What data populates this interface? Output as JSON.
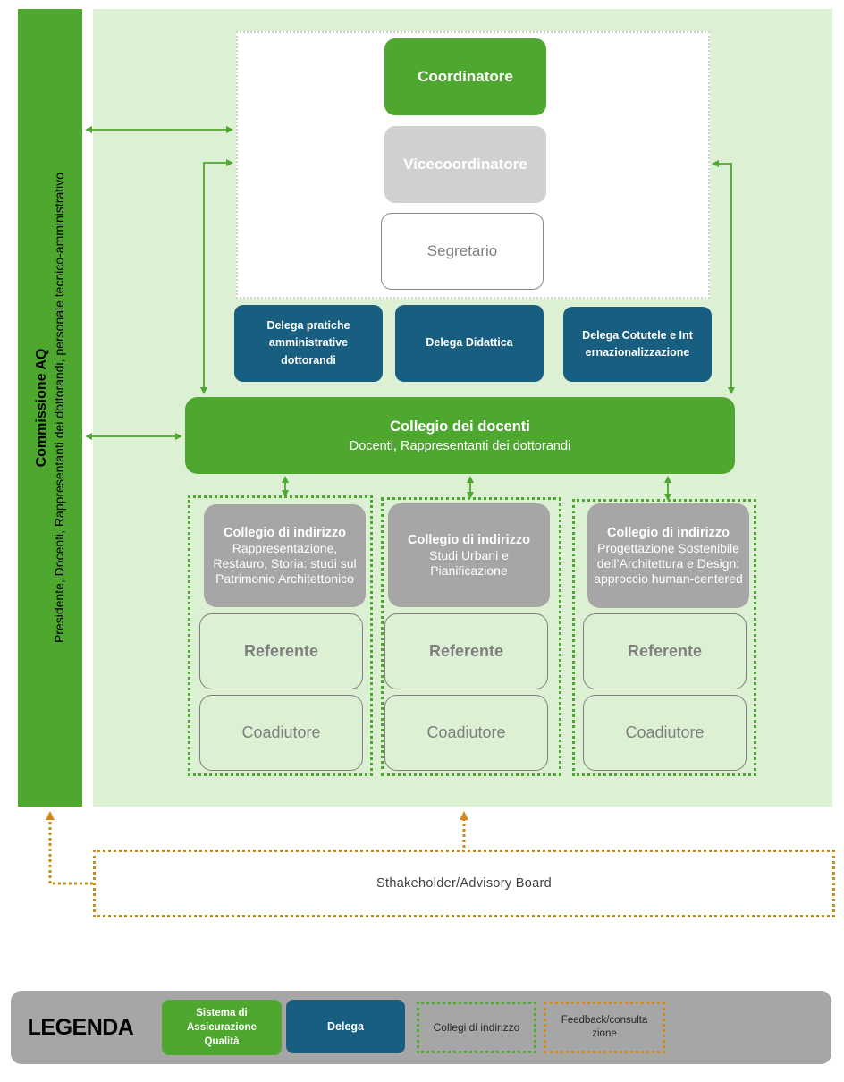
{
  "commissione": {
    "title": "Commissione AQ",
    "subtitle": "Presidente, Docenti, Rappresentanti dei dottorandi, personale tecnico-amministrativo"
  },
  "top_roles": {
    "coordinatore": "Coordinatore",
    "vicecoordinatore": "Vicecoordinatore",
    "segretario": "Segretario"
  },
  "deleghe": [
    "Delega pratiche amministrative dottorandi",
    "Delega Didattica",
    "Delega Cotutele e Internazionalizzazione"
  ],
  "collegio_docenti": {
    "title": "Collegio dei docenti",
    "subtitle": "Docenti, Rappresentanti dei dottorandi"
  },
  "indirizzi": [
    {
      "title": "Collegio di indirizzo",
      "desc": "Rappresentazione, Restauro, Storia: studi sul Patrimonio Architettonico",
      "referente": "Referente",
      "coadiutore": "Coadiutore"
    },
    {
      "title": "Collegio di indirizzo",
      "desc": "Studi Urbani e Pianificazione",
      "referente": "Referente",
      "coadiutore": "Coadiutore"
    },
    {
      "title": "Collegio di indirizzo",
      "desc": "Progettazione Sostenibile dell’Architettura e Design: approccio human-centered",
      "referente": "Referente",
      "coadiutore": "Coadiutore"
    }
  ],
  "stakeholder": "Sthakeholder/Advisory Board",
  "legenda": {
    "title": "LEGENDA",
    "items": [
      "Sistema di Assicurazione Qualità",
      "Delega",
      "Collegi di indirizzo",
      "Feedback/consultazione"
    ]
  },
  "colors": {
    "green": "#4ea72e",
    "light_green": "#dcf1d4",
    "blue": "#175e80",
    "grey": "#a6a6a6",
    "orange": "#d08a17"
  }
}
